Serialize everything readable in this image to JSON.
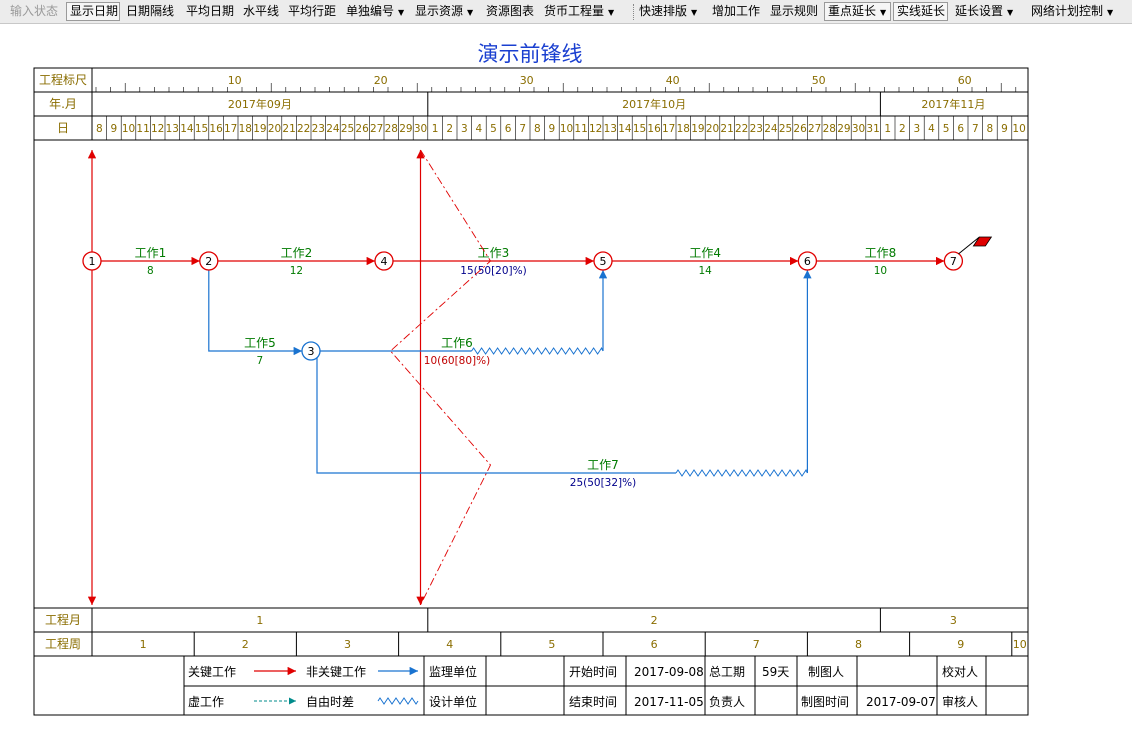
{
  "toolbar": {
    "items": [
      {
        "label": "输入状态",
        "disabled": true,
        "pressed": false,
        "dropdown": false
      },
      {
        "label": "显示日期",
        "disabled": false,
        "pressed": true,
        "dropdown": false
      },
      {
        "label": "日期隔线",
        "disabled": false,
        "pressed": false,
        "dropdown": false
      },
      {
        "label": "平均日期",
        "disabled": false,
        "pressed": false,
        "dropdown": false
      },
      {
        "label": "水平线",
        "disabled": false,
        "pressed": false,
        "dropdown": false
      },
      {
        "label": "平均行距",
        "disabled": false,
        "pressed": false,
        "dropdown": false
      },
      {
        "label": "单独编号",
        "disabled": false,
        "pressed": false,
        "dropdown": true
      },
      {
        "label": "显示资源",
        "disabled": false,
        "pressed": false,
        "dropdown": true
      },
      {
        "label": "资源图表",
        "disabled": false,
        "pressed": false,
        "dropdown": false
      },
      {
        "label": "货币工程量",
        "disabled": false,
        "pressed": false,
        "dropdown": true
      },
      {
        "label": "快速排版",
        "disabled": false,
        "pressed": false,
        "dropdown": true
      },
      {
        "label": "增加工作",
        "disabled": false,
        "pressed": false,
        "dropdown": false
      },
      {
        "label": "显示规则",
        "disabled": false,
        "pressed": false,
        "dropdown": false
      },
      {
        "label": "重点延长",
        "disabled": false,
        "pressed": true,
        "dropdown": true
      },
      {
        "label": "实线延长",
        "disabled": false,
        "pressed": true,
        "dropdown": false
      },
      {
        "label": "延长设置",
        "disabled": false,
        "pressed": false,
        "dropdown": true
      },
      {
        "label": "网络计划控制",
        "disabled": false,
        "pressed": false,
        "dropdown": true
      }
    ]
  },
  "chart": {
    "title": "演示前锋线",
    "colors": {
      "critical": "#e00000",
      "noncritical": "#1a73d0",
      "label": "#007a00",
      "frontline": "#e00000",
      "header": "#8a6d00",
      "dummy": "#008b8b",
      "progress_noncrit": "#00008b",
      "progress_crit": "#c00000"
    },
    "row_labels": {
      "ruler": "工程标尺",
      "year_month": "年.月",
      "day": "日",
      "proj_month": "工程月",
      "proj_week": "工程周"
    },
    "ruler_ticks": [
      "10",
      "20",
      "30",
      "40",
      "50",
      "60"
    ],
    "months": [
      "2017年09月",
      "2017年10月",
      "2017年11月"
    ],
    "days": [
      "8",
      "9",
      "10",
      "11",
      "12",
      "13",
      "14",
      "15",
      "16",
      "17",
      "18",
      "19",
      "20",
      "21",
      "22",
      "23",
      "24",
      "25",
      "26",
      "27",
      "28",
      "29",
      "30",
      "1",
      "2",
      "3",
      "4",
      "5",
      "6",
      "7",
      "8",
      "9",
      "10",
      "11",
      "12",
      "13",
      "14",
      "15",
      "16",
      "17",
      "18",
      "19",
      "20",
      "21",
      "22",
      "23",
      "24",
      "25",
      "26",
      "27",
      "28",
      "29",
      "30",
      "31",
      "1",
      "2",
      "3",
      "4",
      "5",
      "6",
      "7",
      "8",
      "9",
      "10"
    ],
    "project_months": [
      "1",
      "2",
      "3"
    ],
    "project_weeks": [
      "1",
      "2",
      "3",
      "4",
      "5",
      "6",
      "7",
      "8",
      "9",
      "10"
    ],
    "nodes": [
      {
        "id": "1",
        "day": 0,
        "row": "main",
        "critical": true
      },
      {
        "id": "2",
        "day": 8,
        "row": "main",
        "critical": true
      },
      {
        "id": "4",
        "day": 20,
        "row": "main",
        "critical": true
      },
      {
        "id": "5",
        "day": 35,
        "row": "main",
        "critical": true
      },
      {
        "id": "6",
        "day": 49,
        "row": "main",
        "critical": true
      },
      {
        "id": "7",
        "day": 59,
        "row": "main",
        "critical": true
      },
      {
        "id": "3",
        "day": 15,
        "row": "mid",
        "critical": false
      }
    ],
    "activities": [
      {
        "name": "工作1",
        "duration_text": "8"
      },
      {
        "name": "工作2",
        "duration_text": "12"
      },
      {
        "name": "工作3",
        "duration_text": "15(50[20]%)"
      },
      {
        "name": "工作4",
        "duration_text": "14"
      },
      {
        "name": "工作8",
        "duration_text": "10"
      },
      {
        "name": "工作5",
        "duration_text": "7"
      },
      {
        "name": "工作6",
        "duration_text": "10(60[80]%)"
      },
      {
        "name": "工作7",
        "duration_text": "25(50[32]%)"
      }
    ],
    "progress_line_day": 22.5,
    "legend": {
      "critical": "关键工作",
      "noncritical": "非关键工作",
      "dummy": "虚工作",
      "free_float": "自由时差",
      "supervisor_unit": "监理单位",
      "design_unit": "设计单位",
      "start_time_label": "开始时间",
      "start_time": "2017-09-08",
      "end_time_label": "结束时间",
      "end_time": "2017-11-05",
      "total_duration_label": "总工期",
      "total_duration": "59天",
      "responsible_label": "负责人",
      "drawer_label": "制图人",
      "draw_time_label": "制图时间",
      "draw_time": "2017-09-07",
      "checker_label": "校对人",
      "reviewer_label": "审核人"
    }
  }
}
